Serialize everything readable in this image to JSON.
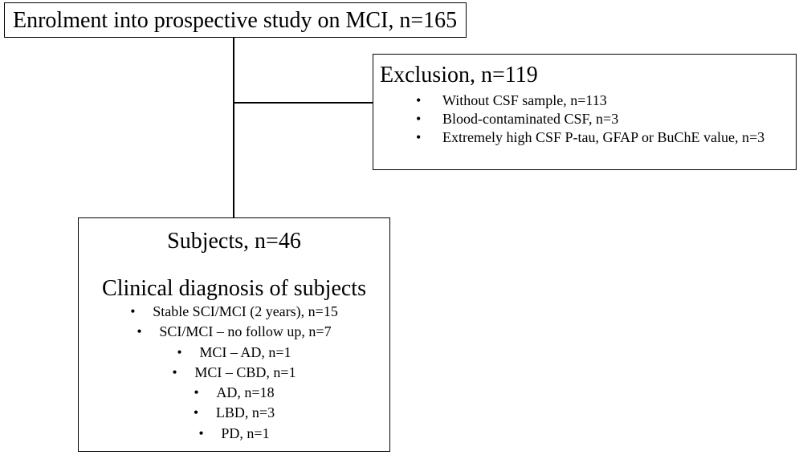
{
  "enrolment": {
    "label": "Enrolment into prospective study on MCI, n=165"
  },
  "exclusion": {
    "title": "Exclusion, n=119",
    "items": [
      "Without CSF sample, n=113",
      "Blood-contaminated CSF, n=3",
      "Extremely high CSF P-tau, GFAP or BuChE value, n=3"
    ]
  },
  "subjects": {
    "title": "Subjects, n=46",
    "diagnosis_title": "Clinical diagnosis of subjects",
    "items": [
      "Stable SCI/MCI (2 years), n=15",
      "SCI/MCI – no follow up, n=7",
      "MCI – AD, n=1",
      "MCI – CBD, n=1",
      "AD, n=18",
      "LBD, n=3",
      "PD, n=1"
    ]
  },
  "bullet_glyph": "•"
}
